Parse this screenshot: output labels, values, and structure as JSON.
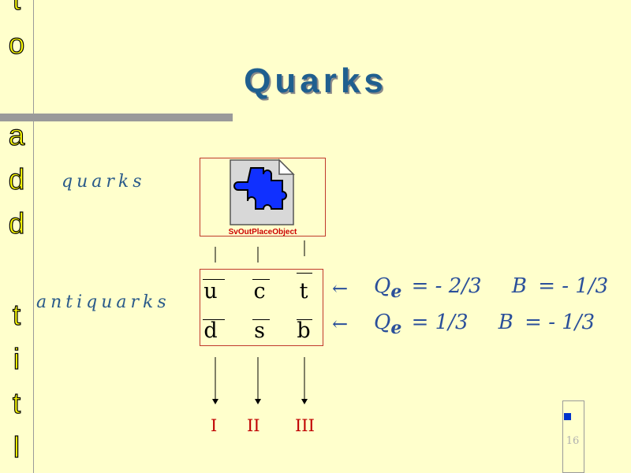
{
  "placeholder_vertical_chars": [
    "t",
    "o",
    "a",
    "d",
    "d",
    "t",
    "i",
    "t",
    "l"
  ],
  "title": "Quarks",
  "labels": {
    "quarks": "quarks",
    "antiquarks": "antiquarks"
  },
  "ole_object": {
    "caption": "SvOutPlaceObject",
    "icon": "puzzle-piece-icon"
  },
  "quark_table": {
    "top_row": [
      "u",
      "c",
      "t"
    ],
    "bottom_row": [
      "d",
      "s",
      "b"
    ]
  },
  "equations": [
    {
      "arrow": "←",
      "q": "Q",
      "sub": "e",
      "q_value": "= - 2/3",
      "b": "B",
      "b_value": "= - 1/3"
    },
    {
      "arrow": "←",
      "q": "Q",
      "sub": "e",
      "q_value": "= 1/3",
      "b": "B",
      "b_value": "= - 1/3"
    }
  ],
  "generations": [
    "I",
    "II",
    "III"
  ],
  "slide_number": "16",
  "colors": {
    "background": "#ffffcc",
    "title": "#1f5f8f",
    "accent_red": "#c00000",
    "equation_blue": "#2a4f9a"
  }
}
